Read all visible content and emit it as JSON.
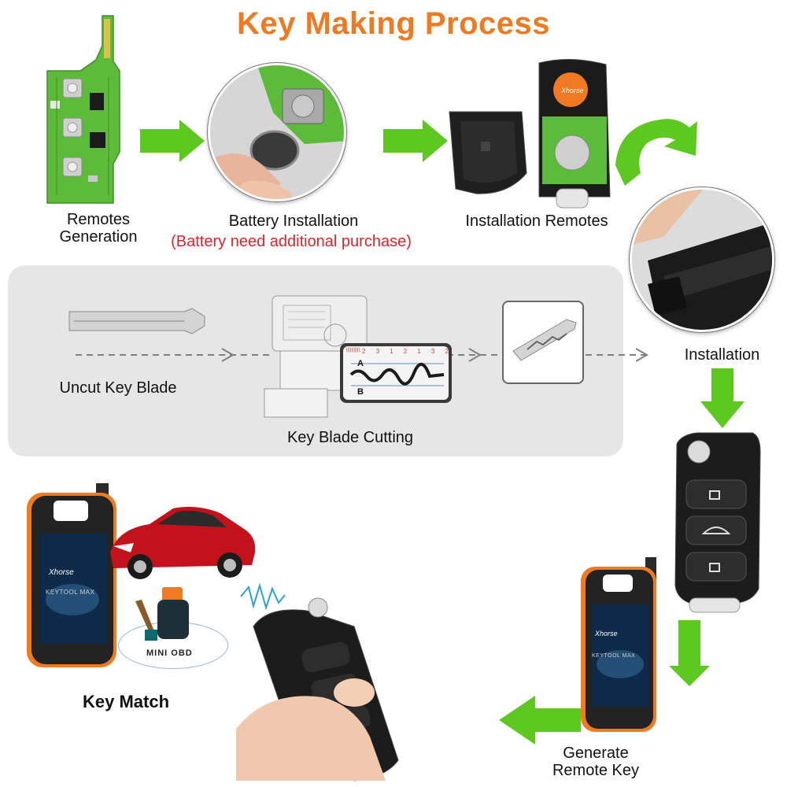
{
  "title": "Key Making Process",
  "steps": {
    "remotes_generation": "Remotes\nGeneration",
    "battery_installation": "Battery Installation",
    "battery_note": "(Battery need additional purchase)",
    "installation_remotes": "Installation Remotes",
    "installation": "Installation",
    "uncut_key_blade": "Uncut Key  Blade",
    "key_blade_cutting": "Key  Blade Cutting",
    "key_match": "Key Match",
    "generate_remote_key": "Generate\nRemote Key"
  },
  "device": {
    "brand": "Xhorse",
    "model": "KEYTOOL MAX",
    "adapter": "MINI OBD"
  },
  "cutting_chart": {
    "row_a": "A",
    "row_b": "B",
    "top_digits": [
      "2",
      "3",
      "1",
      "2",
      "1",
      "3",
      "2"
    ]
  },
  "colors": {
    "title_orange": "#f07a22",
    "note_red": "#e0222a",
    "arrow_green": "#5cc820",
    "panel_grey": "#e6e6e6",
    "pcb_green": "#58b83a",
    "device_orange": "#f07a22",
    "car_red": "#c4121c"
  }
}
